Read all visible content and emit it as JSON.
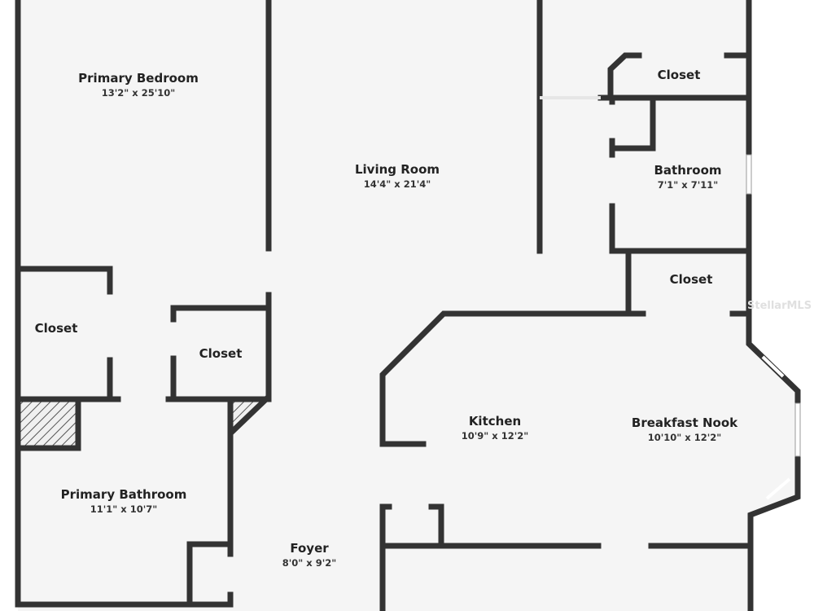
{
  "floorplan": {
    "rooms": [
      {
        "name": "Primary Bedroom",
        "dimensions": "13'2\" x 25'10\""
      },
      {
        "name": "Living Room",
        "dimensions": "14'4\" x 21'4\""
      },
      {
        "name": "Bathroom",
        "dimensions": "7'1\" x 7'11\""
      },
      {
        "name": "Primary Bathroom",
        "dimensions": "11'1\" x 10'7\""
      },
      {
        "name": "Foyer",
        "dimensions": "8'0\" x 9'2\""
      },
      {
        "name": "Kitchen",
        "dimensions": "10'9\" x 12'2\""
      },
      {
        "name": "Breakfast Nook",
        "dimensions": "10'10\" x 12'2\""
      }
    ],
    "closets": [
      "Closet",
      "Closet",
      "Closet",
      "Closet"
    ],
    "watermark": "StellarMLS"
  },
  "colors": {
    "wall": "#333333",
    "floor": "#f5f5f5",
    "background": "#ffffff"
  }
}
